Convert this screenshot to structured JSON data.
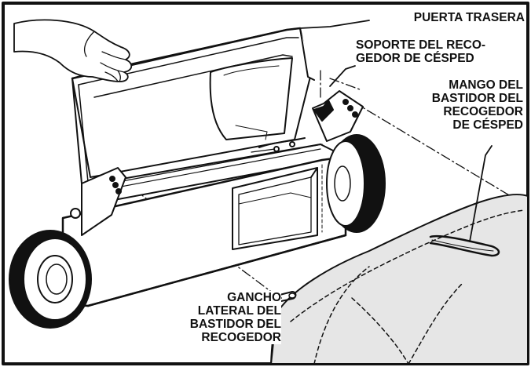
{
  "figure": {
    "frame_color": "#111111",
    "bag_color": "#e6e6e6",
    "labels": {
      "puerta_trasera": "PUERTA TRASERA",
      "soporte_recogedor": "SOPORTE DEL RECO-\nGEDOR DE CÉSPED",
      "mango_bastidor": "MANGO DEL\nBASTIDOR DEL\nRECOGEDOR\nDE CÉSPED",
      "gancho_lateral": "GANCHO\nLATERAL DEL\nBASTIDOR DEL\nRECOGEDOR"
    },
    "icons": [
      "hand-icon",
      "wheel-icon",
      "grass-bag-icon"
    ]
  }
}
